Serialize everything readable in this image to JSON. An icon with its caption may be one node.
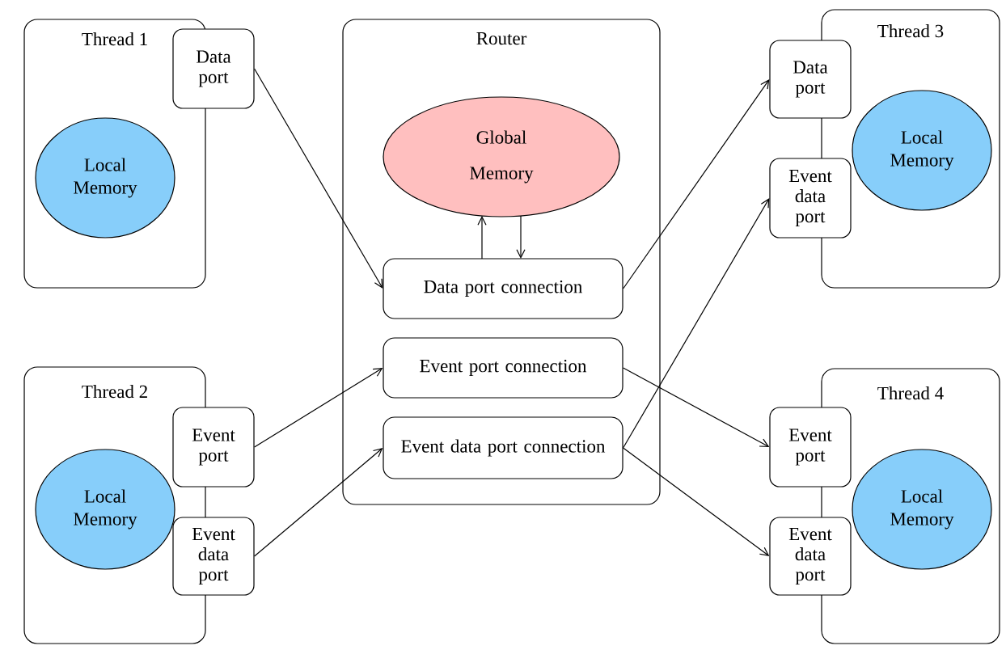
{
  "diagram": {
    "nodes": [
      {
        "text": [
          "Thread 1"
        ]
      },
      {
        "text": [
          "Local Memory"
        ],
        "in": 0
      },
      {
        "text": [
          "Data port"
        ]
      },
      {
        "text": [
          "Router"
        ]
      },
      {
        "text": [
          "Global Memory"
        ],
        "in": 3
      },
      {
        "text": [
          "Data port connection"
        ],
        "in": 3
      },
      {
        "text": [
          "Event port connection"
        ],
        "in": 3
      },
      {
        "text": [
          "Event data port connection"
        ],
        "in": 3
      },
      {
        "text": [
          "Thread 3"
        ]
      },
      {
        "text": [
          "Data port"
        ]
      },
      {
        "text": [
          "Event data port"
        ]
      },
      {
        "text": [
          "Local Memory"
        ],
        "in": 8
      },
      {
        "text": [
          "Thread 2"
        ]
      },
      {
        "text": [
          "Event port"
        ]
      },
      {
        "text": [
          "Event data port"
        ]
      },
      {
        "text": [
          "Local Memory"
        ],
        "in": 12
      },
      {
        "text": [
          "Thread 4"
        ]
      },
      {
        "text": [
          "Event port"
        ]
      },
      {
        "text": [
          "Event data port"
        ]
      },
      {
        "text": [
          "Local Memory"
        ],
        "in": 16
      }
    ],
    "edges": [
      {
        "from": 2,
        "to": 5,
        "arrow": "to"
      },
      {
        "from": 5,
        "to": 4,
        "arrow": "to"
      },
      {
        "from": 4,
        "to": 5,
        "arrow": "to"
      },
      {
        "from": 5,
        "to": 9,
        "arrow": "to"
      },
      {
        "from": 7,
        "to": 10,
        "arrow": "to"
      },
      {
        "from": 13,
        "to": 6,
        "arrow": "to"
      },
      {
        "from": 14,
        "to": 7,
        "arrow": "to"
      },
      {
        "from": 6,
        "to": 17,
        "arrow": "to"
      },
      {
        "from": 7,
        "to": 18,
        "arrow": "to"
      }
    ]
  }
}
